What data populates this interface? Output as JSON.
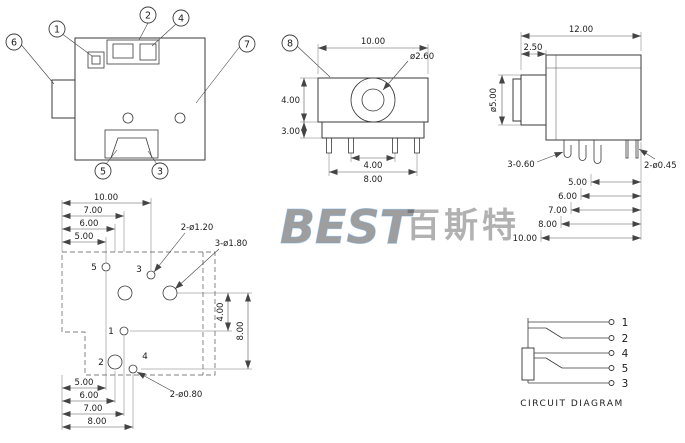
{
  "watermark": {
    "logo_text": "BEST",
    "cjk_text": "百斯特",
    "color": "#6f9fc8"
  },
  "callouts": {
    "n1": "1",
    "n2": "2",
    "n3": "3",
    "n4": "4",
    "n5": "5",
    "n6": "6",
    "n7": "7",
    "n8": "8"
  },
  "front_view": {
    "dim_width": "10.00",
    "dim_hole": "ø2.60",
    "dim_body_h": "4.00",
    "dim_lower_h": "3.00",
    "dim_pin_span": "4.00",
    "dim_outer_span": "8.00"
  },
  "side_view": {
    "dim_length": "12.00",
    "dim_bushing": "2.50",
    "dim_barrel": "ø5.00",
    "dim_flat_pins": "3-0.60",
    "dim_round_pins": "2-ø0.45",
    "dim_p5": "5.00",
    "dim_p6": "6.00",
    "dim_p7": "7.00",
    "dim_p8": "8.00",
    "dim_p10": "10.00"
  },
  "pcb_view": {
    "top_dims": [
      "10.00",
      "7.00",
      "6.00",
      "5.00"
    ],
    "bottom_dims": [
      "5.00",
      "6.00",
      "7.00",
      "8.00"
    ],
    "dim_v_small": "4.00",
    "dim_v_large": "8.00",
    "hole_small": "2-ø1.20",
    "hole_large": "3-ø1.80",
    "hole_pin": "2-ø0.80",
    "pad_labels": {
      "p1": "1",
      "p2": "2",
      "p3": "3",
      "p4": "4",
      "p5": "5"
    }
  },
  "circuit": {
    "title": "CIRCUIT DIAGRAM",
    "pin_labels": [
      "1",
      "2",
      "4",
      "5",
      "3"
    ]
  }
}
